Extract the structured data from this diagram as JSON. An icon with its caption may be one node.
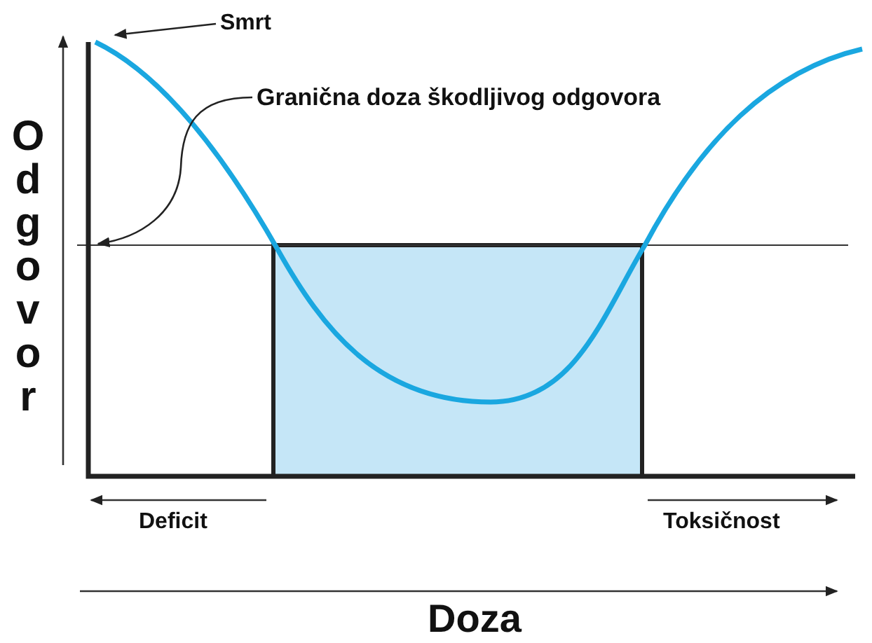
{
  "diagram": {
    "nodes": [
      {
        "text": [
          "Smrt"
        ]
      },
      {
        "text": [
          "Granična doza škodljivog odgovora"
        ]
      }
    ],
    "edges": [
      {
        "from": 0,
        "to": null,
        "arrow": "to"
      },
      {
        "from": 1,
        "to": null,
        "arrow": "to"
      }
    ],
    "labels": [
      "Odgovor",
      "Deficit",
      "Toksičnost",
      "Doza"
    ]
  }
}
